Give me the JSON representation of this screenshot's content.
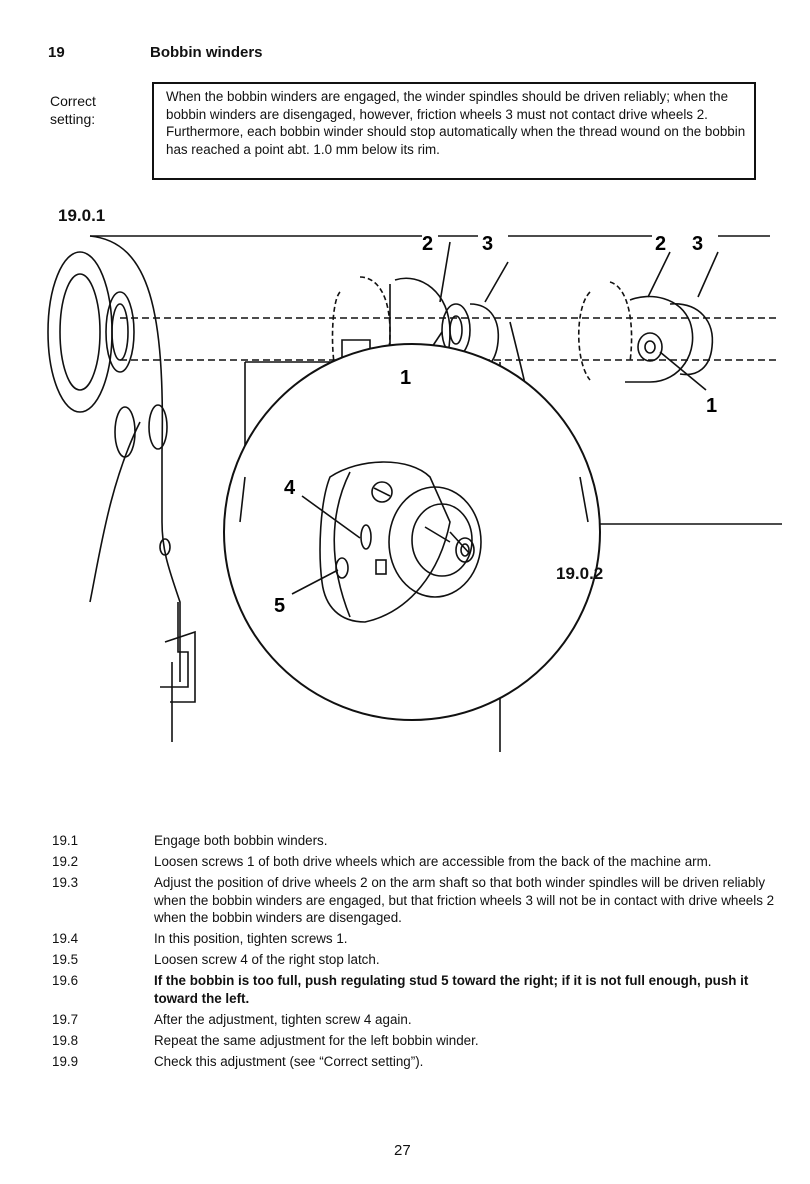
{
  "header": {
    "section_number": "19",
    "title": "Bobbin winders"
  },
  "correct_setting": {
    "label_line1": "Correct",
    "label_line2": "setting:",
    "paragraph1": "When the bobbin winders are engaged, the winder spindles should be driven reliably; when the bobbin winders are disengaged, however, friction wheels 3 must not contact drive wheels 2.",
    "paragraph2": "Furthermore, each bobbin winder should stop automatically when the thread wound on the bobbin has reached a point abt. 1.0 mm below its rim."
  },
  "figure": {
    "label_main": "19.0.1",
    "label_detail": "19.0.2",
    "callouts": {
      "c2_left": "2",
      "c3_left": "3",
      "c2_right": "2",
      "c3_right": "3",
      "c1_left": "1",
      "c1_right": "1",
      "c4": "4",
      "c5": "5"
    }
  },
  "steps": [
    {
      "num": "19.1",
      "text": "Engage both bobbin winders.",
      "bold": false
    },
    {
      "num": "19.2",
      "text": "Loosen screws 1 of both drive wheels which are accessible from the back of the machine arm.",
      "bold": false
    },
    {
      "num": "19.3",
      "text": "Adjust the position of drive wheels 2 on the arm shaft so that both winder spindles will be driven reliably when the bobbin winders are engaged, but that friction wheels 3 will not be in contact with drive wheels 2 when the bobbin winders are disengaged.",
      "bold": false
    },
    {
      "num": "19.4",
      "text": "In this position, tighten screws 1.",
      "bold": false
    },
    {
      "num": "19.5",
      "text": "Loosen screw 4 of the right stop latch.",
      "bold": false
    },
    {
      "num": "19.6",
      "text": "If the bobbin is too full, push regulating stud 5 toward the right; if it is not full enough, push it toward the left.",
      "bold": true
    },
    {
      "num": "19.7",
      "text": "After the adjustment, tighten screw 4 again.",
      "bold": false
    },
    {
      "num": "19.8",
      "text": "Repeat the same adjustment for the left bobbin winder.",
      "bold": false
    },
    {
      "num": "19.9",
      "text": "Check this adjustment (see “Correct setting”).",
      "bold": false
    }
  ],
  "page_number": "27"
}
